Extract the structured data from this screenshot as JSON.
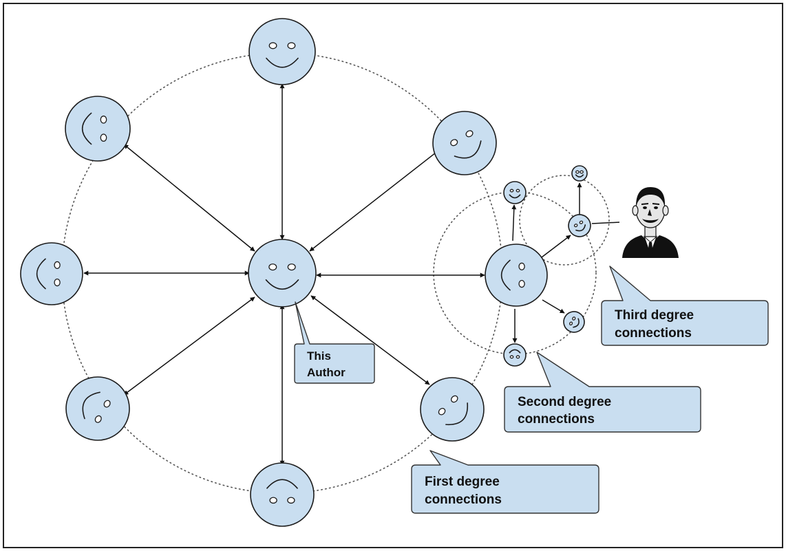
{
  "callouts": {
    "author": [
      "This",
      "Author"
    ],
    "first_degree": [
      "First degree",
      "connections"
    ],
    "second_degree": [
      "Second degree",
      "connections"
    ],
    "third_degree": [
      "Third degree",
      "connections"
    ]
  },
  "colors": {
    "face_fill": "#c9def0",
    "callout_fill": "#c9def0",
    "outline": "#1b1b1b"
  },
  "photo": {
    "icon": "person-photo-icon"
  }
}
